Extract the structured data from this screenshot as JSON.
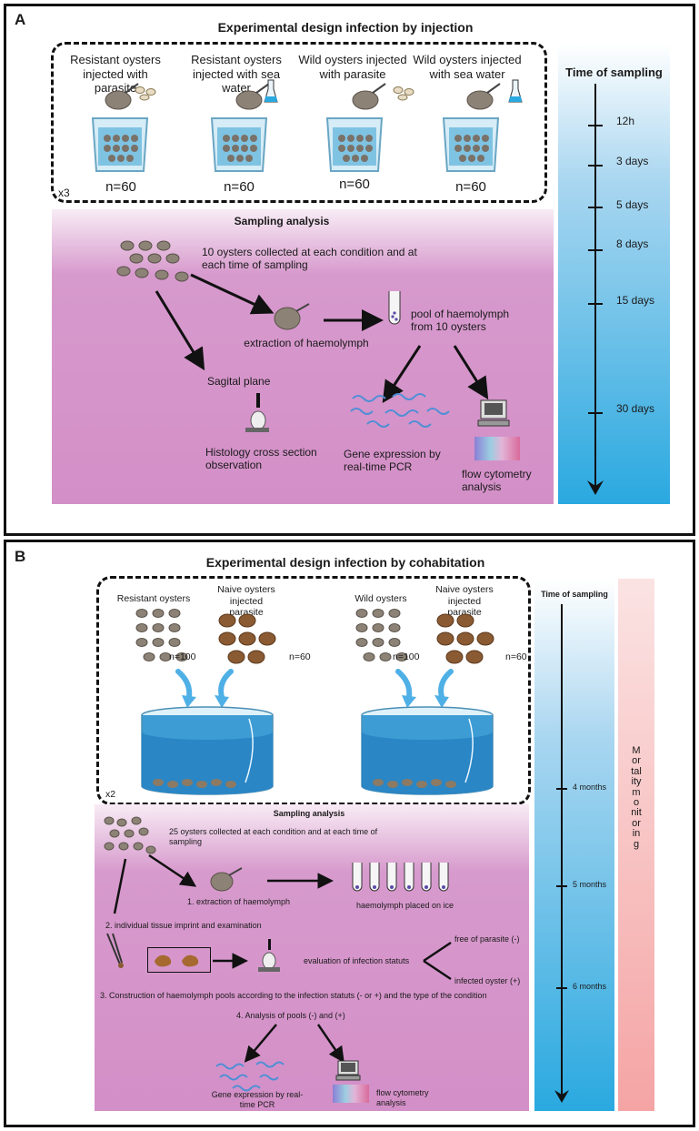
{
  "panel_a": {
    "letter": "A",
    "title": "Experimental design infection by injection",
    "conditions": [
      {
        "label": "Resistant oysters injected with parasite",
        "n": "n=60"
      },
      {
        "label": "Resistant oysters injected with sea water",
        "n": "n=60"
      },
      {
        "label": "Wild oysters injected with parasite",
        "n": "n=60"
      },
      {
        "label": "Wild oysters injected with sea water",
        "n": "n=60"
      }
    ],
    "replicates": "x3",
    "timeline": {
      "title": "Time of sampling",
      "ticks": [
        "12h",
        "3 days",
        "5 days",
        "8 days",
        "15 days",
        "30 days"
      ]
    },
    "sampling": {
      "title": "Sampling analysis",
      "collect": "10 oysters collected at each condition and at each time of sampling",
      "extraction": "extraction of haemolymph",
      "pool": "pool of haemolymph from 10 oysters",
      "sagital": "Sagital plane",
      "histology": "Histology cross section observation",
      "gene": "Gene expression by real-time PCR",
      "flow": "flow cytometry analysis"
    }
  },
  "panel_b": {
    "letter": "B",
    "title": "Experimental design infection by cohabitation",
    "groups": [
      {
        "label": "Resistant oysters",
        "n": "n=100"
      },
      {
        "label": "Naive oysters injected parasite",
        "n": "n=60"
      },
      {
        "label": "Wild oysters",
        "n": "n=100"
      },
      {
        "label": "Naive oysters injected parasite",
        "n": "n=60"
      }
    ],
    "replicates": "x2",
    "timeline": {
      "title": "Time of sampling",
      "ticks": [
        "4 months",
        "5 months",
        "6 months"
      ]
    },
    "mortality": "Mortality monitoring",
    "sampling": {
      "title": "Sampling analysis",
      "collect": "25 oysters collected at each condition and at each time of sampling",
      "step1": "1. extraction of haemolymph",
      "ice": "haemolymph placed on ice",
      "step2": "2. individual tissue imprint and examination",
      "evaluation": "evaluation of infection statuts",
      "free": "free of parasite (-)",
      "infected": "infected oyster (+)",
      "step3": "3. Construction of haemolymph pools according to the infection statuts (- or +) and the type of the condition",
      "step4": "4. Analysis of pools (-) and (+)",
      "gene": "Gene expression by real-time PCR",
      "flow": "flow cytometry analysis"
    }
  }
}
